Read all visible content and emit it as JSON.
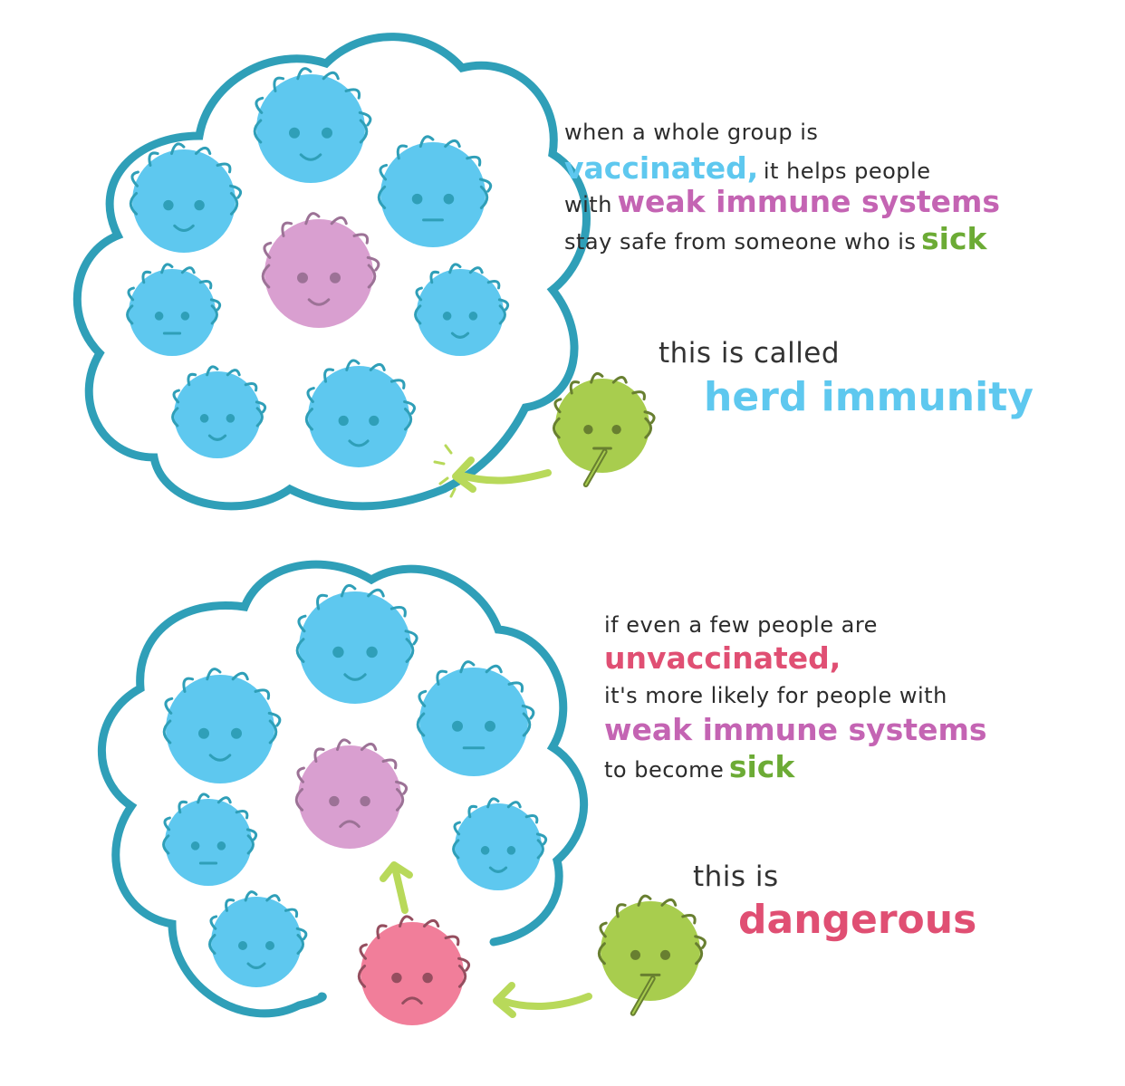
{
  "colors": {
    "cloud": "#2f9fb8",
    "vaccinated": "#5ec8ef",
    "weak": "#d99fd0",
    "weak_text": "#c464b3",
    "sick": "#a8cd4e",
    "sick_text": "#6cab35",
    "unvaccinated": "#f17e9a",
    "danger_text": "#e04f73",
    "arrow": "#b8d95a"
  },
  "panel1": {
    "line1": "when a whole group is",
    "line2_highlight": "vaccinated,",
    "line2_rest": "it helps people",
    "line3_start": "with",
    "line3_highlight": "weak immune systems",
    "line4_start": "stay safe from someone who is",
    "line4_highlight": "sick",
    "called_label": "this is called",
    "called_value": "herd immunity"
  },
  "panel2": {
    "line1": "if even a few people are",
    "line2_highlight": "unvaccinated,",
    "line3": "it's more likely for people with",
    "line4_highlight": "weak immune systems",
    "line5_start": "to become",
    "line5_highlight": "sick",
    "called_label": "this is",
    "called_value": "dangerous"
  }
}
